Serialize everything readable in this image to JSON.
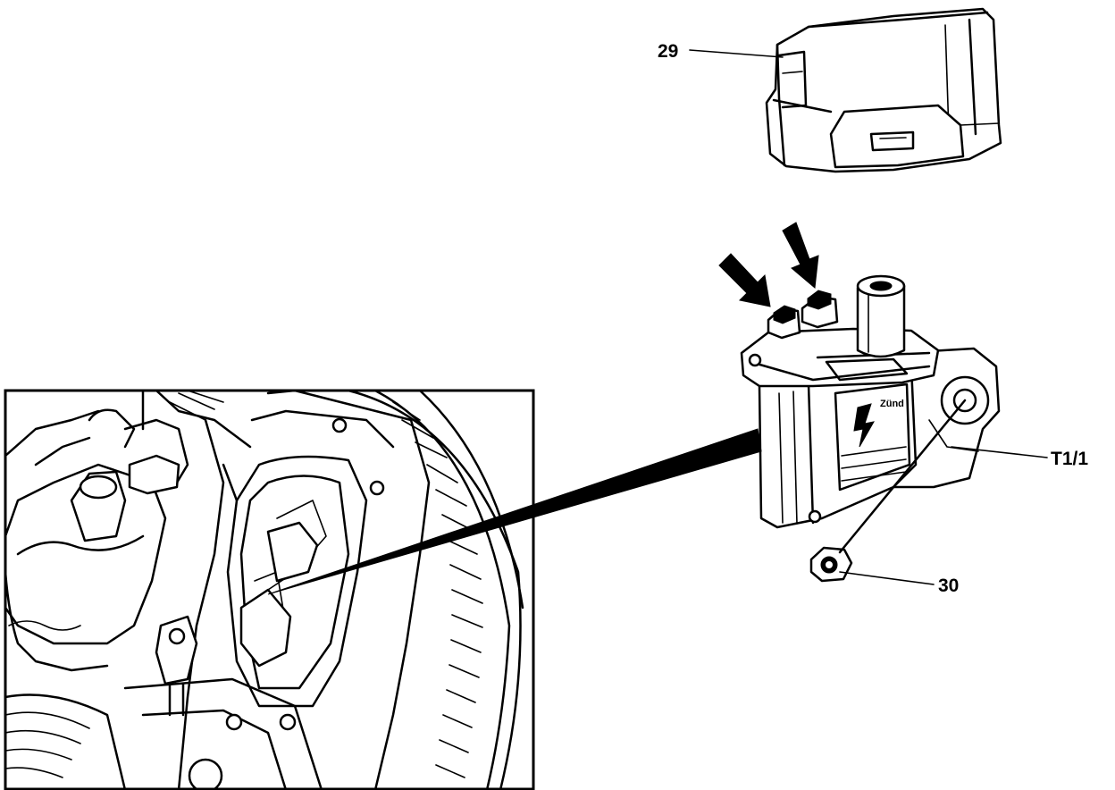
{
  "labels": {
    "cover": "29",
    "nut": "30",
    "coil": "T1/1"
  },
  "icons": {
    "pointer_arrow": "arrow-down-right-icon",
    "lightning": "high-voltage-icon"
  },
  "colors": {
    "ink": "#000000",
    "paper": "#ffffff"
  }
}
